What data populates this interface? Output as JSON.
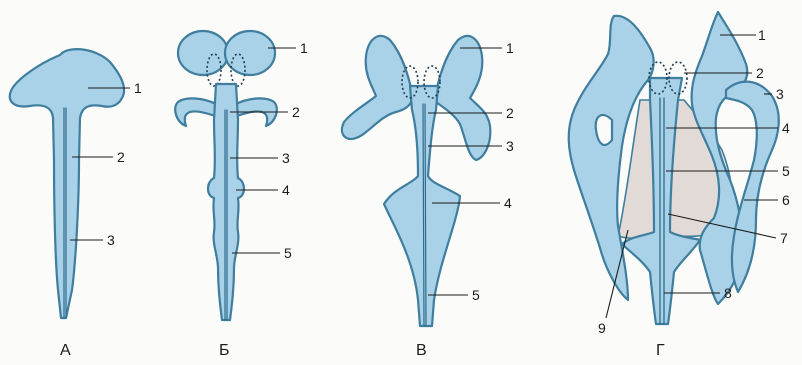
{
  "panels": [
    {
      "letter": "А",
      "labels": [
        "1",
        "2",
        "3"
      ]
    },
    {
      "letter": "Б",
      "labels": [
        "1",
        "2",
        "3",
        "4",
        "5"
      ]
    },
    {
      "letter": "В",
      "labels": [
        "1",
        "2",
        "3",
        "4",
        "5"
      ]
    },
    {
      "letter": "Г",
      "labels": [
        "1",
        "2",
        "3",
        "4",
        "5",
        "6",
        "7",
        "8",
        "9"
      ]
    }
  ],
  "colors": {
    "tissue": "#a9d1e7",
    "outline": "#3f7e9e",
    "ventricle": "#e2dad6"
  }
}
